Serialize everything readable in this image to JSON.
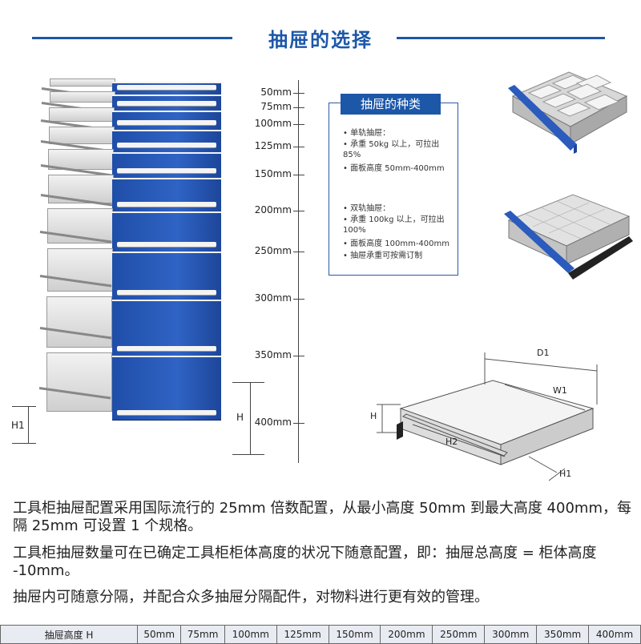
{
  "title": "抽屉的选择",
  "scale": {
    "labels": [
      "50mm",
      "75mm",
      "100mm",
      "125mm",
      "150mm",
      "200mm",
      "250mm",
      "300mm",
      "350mm",
      "400mm"
    ],
    "h_label": "H",
    "h1_label": "H1"
  },
  "types": {
    "heading": "抽屉的种类",
    "single": [
      "单轨抽屉：",
      "承重 50kg 以上，可拉出 85%",
      "面板高度 50mm-400mm"
    ],
    "double": [
      "双轨抽屉：",
      "承重 100kg 以上，可拉出 100%",
      "面板高度 100mm-400mm",
      "抽屉承重可按需订制"
    ]
  },
  "diagram": {
    "d1": "D1",
    "w1": "W1",
    "h": "H",
    "h1": "H1",
    "h2": "H2"
  },
  "paragraphs": [
    "工具柜抽屉配置采用国际流行的 25mm 倍数配置，从最小高度 50mm 到最大高度 400mm，每隔 25mm 可设置 1 个规格。",
    "工具柜抽屉数量可在已确定工具柜柜体高度的状况下随意配置，即：抽屉总高度 = 柜体高度 -10mm。",
    "抽屉内可随意分隔，并配合众多抽屉分隔配件，对物料进行更有效的管理。"
  ],
  "table": {
    "header": "抽屉高度 H",
    "values": [
      "50mm",
      "75mm",
      "100mm",
      "125mm",
      "150mm",
      "200mm",
      "250mm",
      "300mm",
      "350mm",
      "400mm"
    ]
  },
  "colors": {
    "accent": "#1d57a8",
    "drawer_blue": "#2a5bbd"
  }
}
